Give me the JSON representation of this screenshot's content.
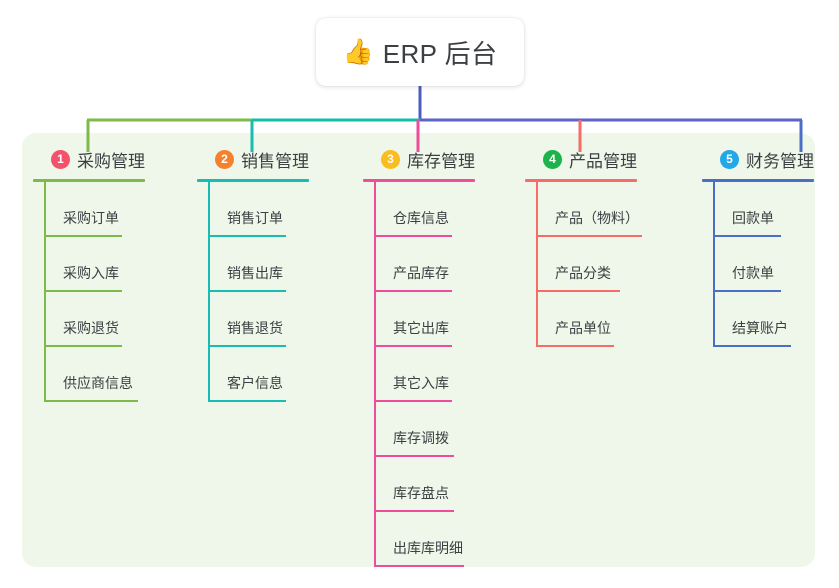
{
  "diagram": {
    "type": "mindmap-tree",
    "background_color": "#ffffff",
    "panel_color": "#eef7e9",
    "root": {
      "icon": "thumbs-up-icon",
      "emoji": "👍",
      "title": "ERP 后台"
    },
    "trunk_colors": {
      "segment_1": "#7fb94a",
      "segment_2": "#10bfa5",
      "segment_3": "#5b62c8",
      "root_stem": "#4a5ec0"
    },
    "columns": [
      {
        "number": "1",
        "title": "采购管理",
        "badge_color": "#f4526a",
        "accent_color": "#7fb94a",
        "rule_width": 112,
        "items": [
          {
            "label": "采购订单",
            "rule_width": 78
          },
          {
            "label": "采购入库",
            "rule_width": 78
          },
          {
            "label": "采购退货",
            "rule_width": 78
          },
          {
            "label": "供应商信息",
            "rule_width": 94
          }
        ]
      },
      {
        "number": "2",
        "title": "销售管理",
        "badge_color": "#f5812f",
        "accent_color": "#17bdb0",
        "rule_width": 112,
        "items": [
          {
            "label": "销售订单",
            "rule_width": 78
          },
          {
            "label": "销售出库",
            "rule_width": 78
          },
          {
            "label": "销售退货",
            "rule_width": 78
          },
          {
            "label": "客户信息",
            "rule_width": 78
          }
        ]
      },
      {
        "number": "3",
        "title": "库存管理",
        "badge_color": "#fbbc1f",
        "accent_color": "#ee4d9b",
        "rule_width": 112,
        "items": [
          {
            "label": "仓库信息",
            "rule_width": 78
          },
          {
            "label": "产品库存",
            "rule_width": 78
          },
          {
            "label": "其它出库",
            "rule_width": 78
          },
          {
            "label": "其它入库",
            "rule_width": 78
          },
          {
            "label": "库存调拨",
            "rule_width": 80
          },
          {
            "label": "库存盘点",
            "rule_width": 80
          },
          {
            "label": "出库库明细",
            "rule_width": 90
          }
        ]
      },
      {
        "number": "4",
        "title": "产品管理",
        "badge_color": "#1bb34a",
        "accent_color": "#f76c68",
        "rule_width": 112,
        "items": [
          {
            "label": "产品（物料）",
            "rule_width": 106
          },
          {
            "label": "产品分类",
            "rule_width": 84
          },
          {
            "label": "产品单位",
            "rule_width": 78
          }
        ]
      },
      {
        "number": "5",
        "title": "财务管理",
        "badge_color": "#22a7e8",
        "accent_color": "#4a6fc4",
        "rule_width": 112,
        "items": [
          {
            "label": "回款单",
            "rule_width": 68
          },
          {
            "label": "付款单",
            "rule_width": 68
          },
          {
            "label": "结算账户",
            "rule_width": 78
          }
        ]
      }
    ]
  }
}
